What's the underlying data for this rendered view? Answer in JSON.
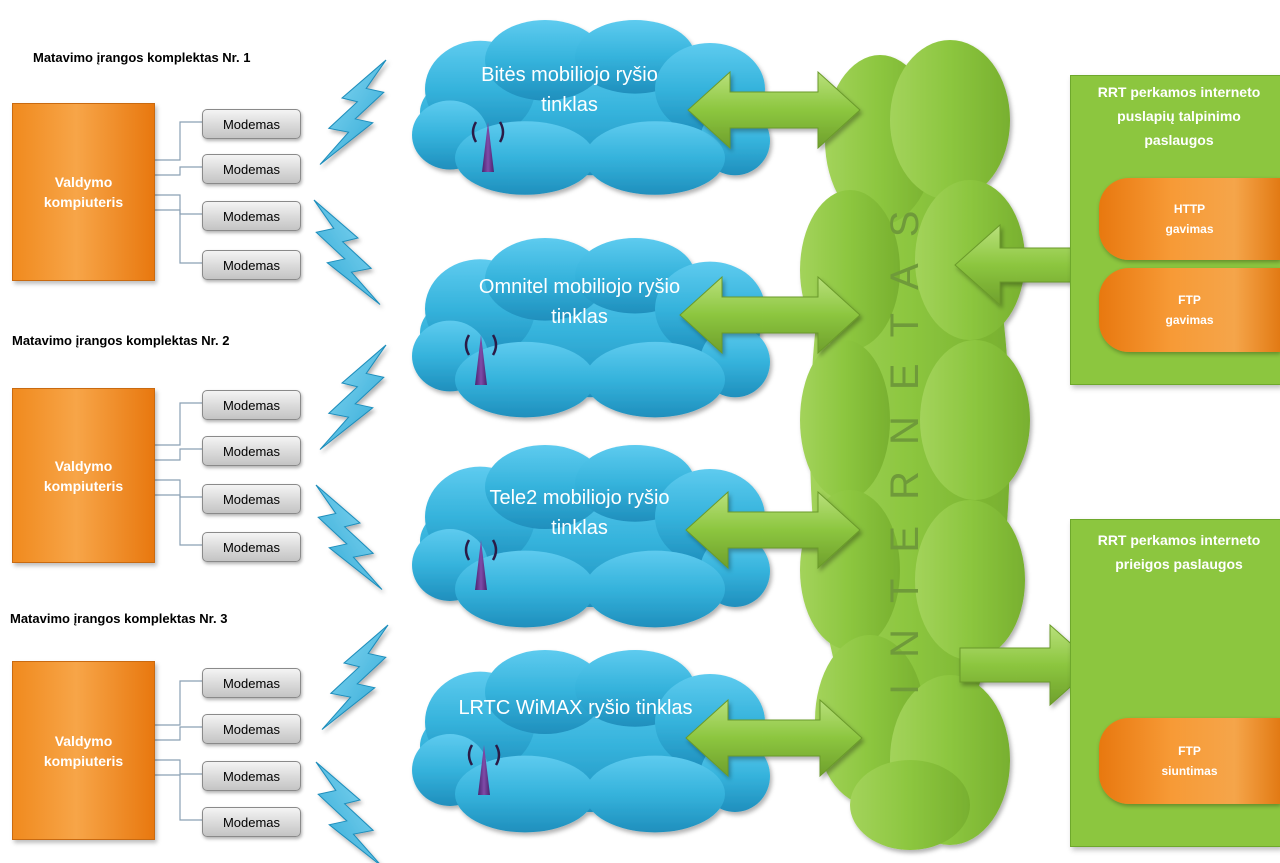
{
  "kits": [
    {
      "title": "Matavimo įrangos komplektas Nr. 1",
      "controller": "Valdymo kompiuteris",
      "modems": [
        "Modemas",
        "Modemas",
        "Modemas",
        "Modemas"
      ]
    },
    {
      "title": "Matavimo įrangos komplektas Nr. 2",
      "controller": "Valdymo kompiuteris",
      "modems": [
        "Modemas",
        "Modemas",
        "Modemas",
        "Modemas"
      ]
    },
    {
      "title": "Matavimo įrangos komplektas Nr. 3",
      "controller": "Valdymo kompiuteris",
      "modems": [
        "Modemas",
        "Modemas",
        "Modemas",
        "Modemas"
      ]
    }
  ],
  "networks": [
    "Bitės mobiliojo ryšio tinklas",
    "Omnitel mobiliojo ryšio tinklas",
    "Tele2 mobiliojo ryšio tinklas",
    "LRTC WiMAX ryšio tinklas"
  ],
  "internet": "INTERNETAS",
  "hosting": {
    "title": "RRT perkamos interneto puslapių talpinimo paslaugos",
    "services": [
      "HTTP gavimas",
      "FTP gavimas"
    ]
  },
  "access": {
    "title": "RRT perkamos interneto prieigos paslaugos",
    "services": [
      "FTP siuntimas"
    ]
  },
  "colors": {
    "cloud_blue": "#35b3dc",
    "internet_green": "#8cc63f",
    "controller_orange": "#f39425",
    "antenna_purple": "#6b3a8f",
    "arrow_green": "#8cc63f"
  },
  "icons": [
    "lightning-icon",
    "antenna-icon",
    "double-arrow-icon",
    "arrow-icon"
  ]
}
